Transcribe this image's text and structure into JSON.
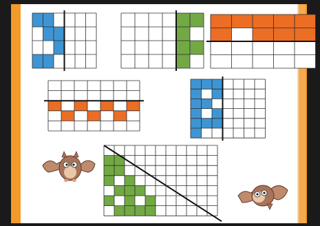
{
  "palette": {
    "blue": "#3f95d3",
    "green": "#72a945",
    "orange": "#ec6d24",
    "white": "#ffffff",
    "grid_line": "#2b2b2b",
    "border_orange": "#f29a2a",
    "bat_body": "#a8735a"
  },
  "worksheet": {
    "title": ""
  },
  "puzzles": [
    {
      "name": "puzzle-1-blue-vertical",
      "color": "blue",
      "rows": 4,
      "cols": 6,
      "axis": "vertical",
      "axis_index": 3,
      "filled": [
        [
          0,
          0
        ],
        [
          0,
          1
        ],
        [
          1,
          1
        ],
        [
          1,
          2
        ],
        [
          2,
          2
        ],
        [
          3,
          0
        ],
        [
          3,
          1
        ]
      ]
    },
    {
      "name": "puzzle-2-green-vertical",
      "color": "green",
      "rows": 4,
      "cols": 6,
      "axis": "vertical",
      "axis_index": 4,
      "filled": [
        [
          0,
          4
        ],
        [
          0,
          5
        ],
        [
          1,
          4
        ],
        [
          2,
          4
        ],
        [
          2,
          5
        ],
        [
          3,
          4
        ]
      ]
    },
    {
      "name": "puzzle-3-orange-horizontal",
      "color": "orange",
      "rows": 4,
      "cols": 5,
      "axis": "horizontal",
      "axis_index": 2,
      "filled": [
        [
          0,
          0
        ],
        [
          0,
          1
        ],
        [
          0,
          2
        ],
        [
          0,
          3
        ],
        [
          0,
          4
        ],
        [
          1,
          0
        ],
        [
          1,
          2
        ],
        [
          1,
          3
        ],
        [
          1,
          4
        ]
      ]
    },
    {
      "name": "puzzle-4-orange-horizontal",
      "color": "orange",
      "rows": 5,
      "cols": 7,
      "axis": "horizontal",
      "axis_index": 2,
      "filled": [
        [
          2,
          0
        ],
        [
          2,
          2
        ],
        [
          2,
          4
        ],
        [
          2,
          6
        ],
        [
          3,
          1
        ],
        [
          3,
          3
        ],
        [
          3,
          5
        ]
      ]
    },
    {
      "name": "puzzle-5-blue-vertical",
      "color": "blue",
      "rows": 6,
      "cols": 7,
      "axis": "vertical",
      "axis_index": 3,
      "filled": [
        [
          0,
          0
        ],
        [
          0,
          1
        ],
        [
          0,
          2
        ],
        [
          1,
          0
        ],
        [
          1,
          2
        ],
        [
          2,
          0
        ],
        [
          2,
          1
        ],
        [
          3,
          0
        ],
        [
          3,
          2
        ],
        [
          4,
          0
        ],
        [
          4,
          1
        ],
        [
          4,
          2
        ],
        [
          5,
          0
        ]
      ]
    },
    {
      "name": "puzzle-6-green-diagonal",
      "color": "green",
      "rows": 7,
      "cols": 11,
      "axis": "diagonal",
      "filled": [
        [
          1,
          0
        ],
        [
          1,
          1
        ],
        [
          2,
          0
        ],
        [
          2,
          1
        ],
        [
          3,
          0
        ],
        [
          3,
          2
        ],
        [
          4,
          1
        ],
        [
          4,
          2
        ],
        [
          4,
          3
        ],
        [
          5,
          0
        ],
        [
          5,
          2
        ],
        [
          5,
          4
        ],
        [
          6,
          1
        ],
        [
          6,
          2
        ],
        [
          6,
          3
        ],
        [
          6,
          4
        ]
      ]
    }
  ],
  "decorations": [
    {
      "name": "bat-left-illustration"
    },
    {
      "name": "bat-right-illustration"
    }
  ]
}
